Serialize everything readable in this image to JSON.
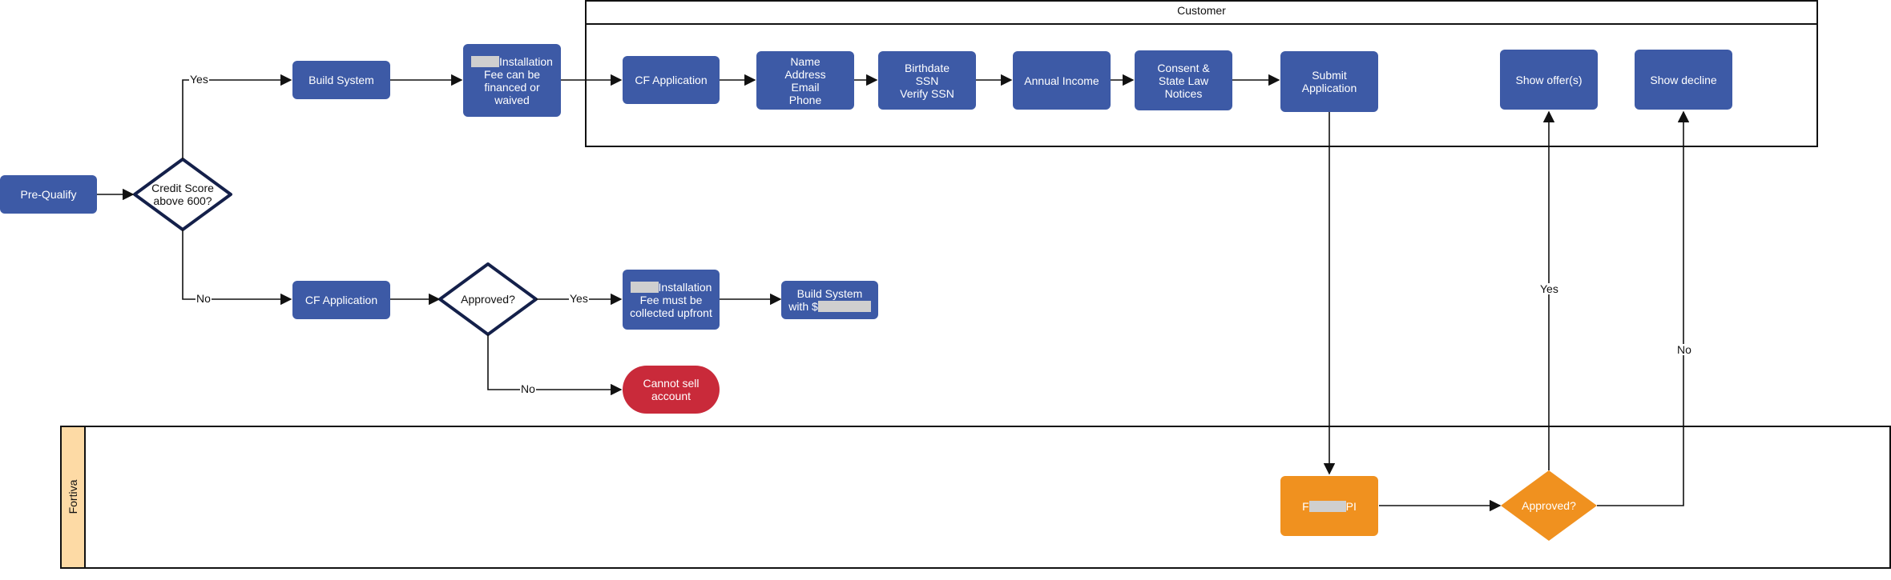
{
  "lanes": {
    "customer": "Customer",
    "fortiva": "Fortiva"
  },
  "nodes": {
    "prequalify": "Pre-Qualify",
    "credit_check": "Credit Score above 600?",
    "build_system_top": "Build System",
    "install_waived": [
      "Installation",
      "Fee can be",
      "financed or",
      "waived"
    ],
    "cf_app_customer": "CF Application",
    "customer_info": [
      "Name",
      "Address",
      "Email",
      "Phone"
    ],
    "birth_ssn": [
      "Birthdate",
      "SSN",
      "Verify SSN"
    ],
    "annual_income": "Annual Income",
    "consent": [
      "Consent &",
      "State Law",
      "Notices"
    ],
    "submit_app": [
      "Submit",
      "Application"
    ],
    "show_offers": "Show offer(s)",
    "show_decline": "Show decline",
    "cf_app_bottom": "CF Application",
    "approved_1": "Approved?",
    "install_upfront": [
      "Installation",
      "Fee must be",
      "collected upfront"
    ],
    "build_system_bottom": [
      "Build System",
      "with $"
    ],
    "cannot_sell": [
      "Cannot sell",
      "account"
    ],
    "fortiva_api_a": "F",
    "fortiva_api_b": "PI",
    "approved_2": "Approved?"
  },
  "edges": {
    "yes_credit": "Yes",
    "no_credit": "No",
    "yes_approved_1": "Yes",
    "no_approved_1": "No",
    "yes_approved_2": "Yes",
    "no_approved_2": "No"
  },
  "colors": {
    "process": "#3d5aa6",
    "decision_border": "#14204a",
    "fortiva_process": "#f0911f",
    "terminal": "#c92a3a",
    "fortiva_header": "#fddaa5",
    "redaction": "#cfcfcf"
  }
}
